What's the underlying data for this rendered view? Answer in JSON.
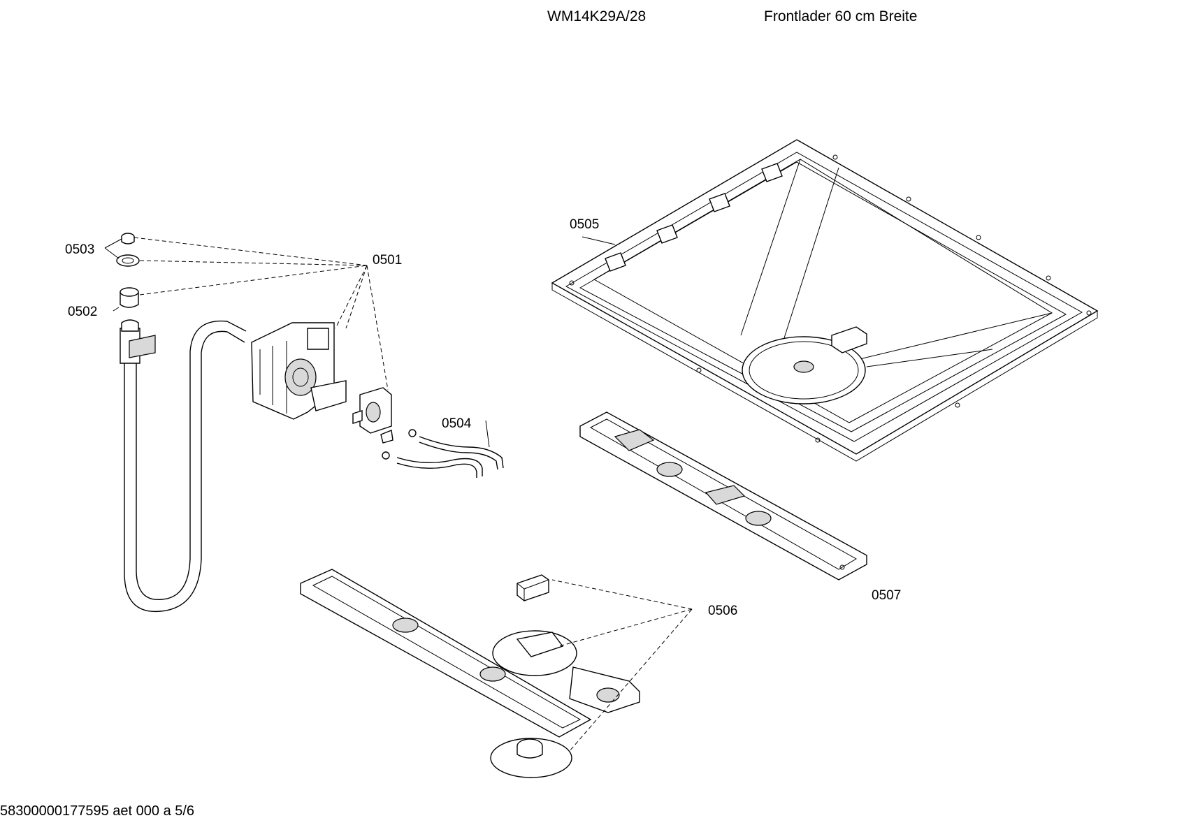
{
  "header": {
    "model": "WM14K29A/28",
    "title": "Frontlader 60 cm Breite"
  },
  "footer": {
    "doc_id": "58300000177595 aet 000 a 5/6"
  },
  "callouts": {
    "c0501": "0501",
    "c0502": "0502",
    "c0503": "0503",
    "c0504": "0504",
    "c0505": "0505",
    "c0506": "0506",
    "c0507": "0507"
  }
}
